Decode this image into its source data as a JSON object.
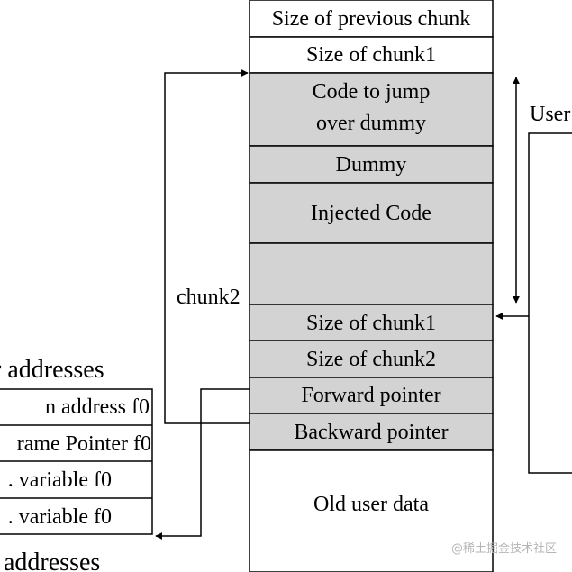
{
  "heap": {
    "cells": [
      {
        "id": "prev-size",
        "label": "Size of previous chunk",
        "lines": [
          "Size of previous chunk"
        ],
        "shaded": false
      },
      {
        "id": "size1-top",
        "label": "Size of chunk1",
        "lines": [
          "Size of chunk1"
        ],
        "shaded": false
      },
      {
        "id": "jump-code",
        "label": "Code to jump over dummy",
        "lines": [
          "Code to jump",
          "over dummy"
        ],
        "shaded": true
      },
      {
        "id": "dummy",
        "label": "Dummy",
        "lines": [
          "Dummy"
        ],
        "shaded": true
      },
      {
        "id": "injected",
        "label": "Injected Code",
        "lines": [
          "Injected Code"
        ],
        "shaded": true
      },
      {
        "id": "blank",
        "label": "",
        "lines": [],
        "shaded": true
      },
      {
        "id": "size1-mid",
        "label": "Size of chunk1",
        "lines": [
          "Size of chunk1"
        ],
        "shaded": true
      },
      {
        "id": "size2",
        "label": "Size of chunk2",
        "lines": [
          "Size of chunk2"
        ],
        "shaded": true
      },
      {
        "id": "fwd",
        "label": "Forward pointer",
        "lines": [
          "Forward pointer"
        ],
        "shaded": true
      },
      {
        "id": "bwd",
        "label": "Backward pointer",
        "lines": [
          "Backward pointer"
        ],
        "shaded": true
      },
      {
        "id": "old-data",
        "label": "Old user data",
        "lines": [
          "Old user data"
        ],
        "shaded": false
      }
    ]
  },
  "stack": {
    "header": "r addresses",
    "footer": "addresses",
    "rows": [
      {
        "label": "n address f0"
      },
      {
        "label": "rame Pointer f0"
      },
      {
        "label": ". variable f0"
      },
      {
        "label": ". variable f0"
      }
    ]
  },
  "labels": {
    "chunk2": "chunk2",
    "user": "User"
  },
  "watermark": "@稀土掘金技术社区",
  "colors": {
    "shade": "#d3d3d3",
    "line": "#000000",
    "background": "#ffffff"
  }
}
